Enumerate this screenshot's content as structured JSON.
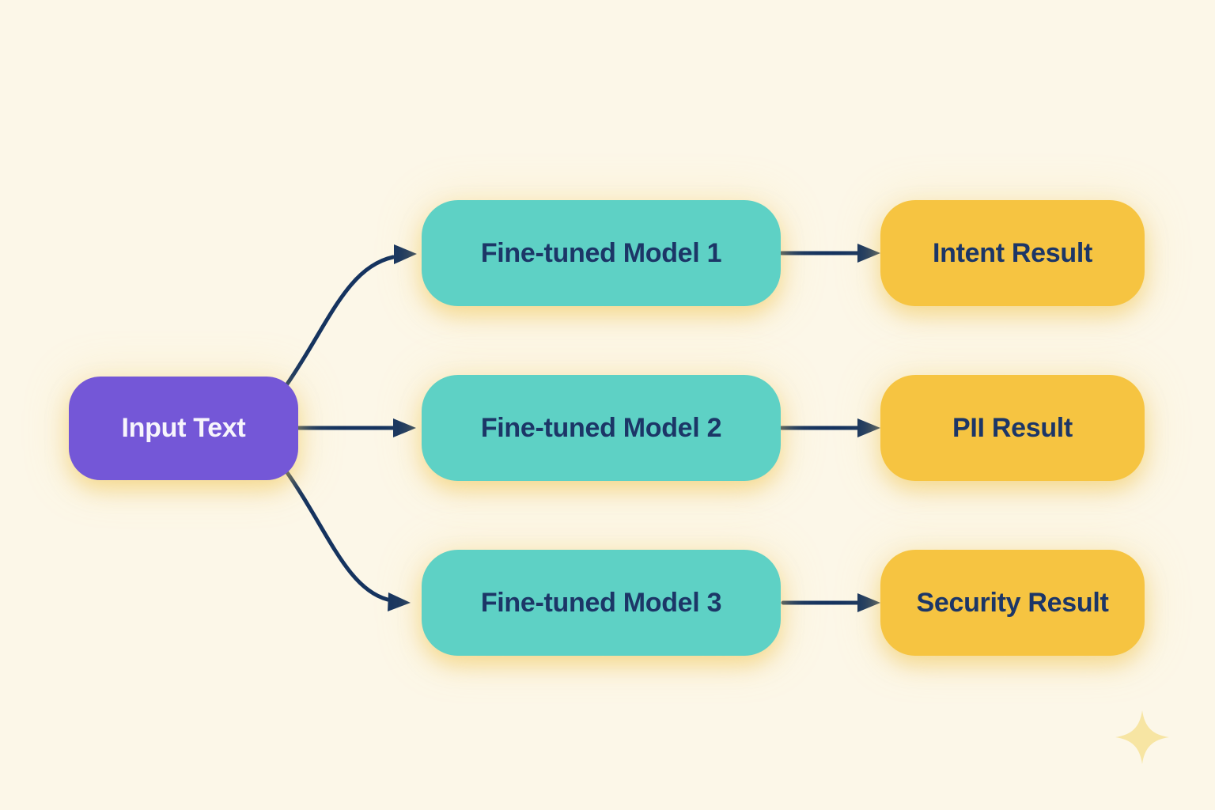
{
  "diagram": {
    "title": "Fine-tuned model fan-out diagram",
    "input": {
      "label": "Input Text"
    },
    "rows": [
      {
        "model": "Fine-tuned Model 1",
        "result": "Intent Result"
      },
      {
        "model": "Fine-tuned Model 2",
        "result": "PII Result"
      },
      {
        "model": "Fine-tuned Model 3",
        "result": "Security Result"
      }
    ],
    "edges": [
      {
        "from": "Input Text",
        "to": "Fine-tuned Model 1"
      },
      {
        "from": "Input Text",
        "to": "Fine-tuned Model 2"
      },
      {
        "from": "Input Text",
        "to": "Fine-tuned Model 3"
      },
      {
        "from": "Fine-tuned Model 1",
        "to": "Intent Result"
      },
      {
        "from": "Fine-tuned Model 2",
        "to": "PII Result"
      },
      {
        "from": "Fine-tuned Model 3",
        "to": "Security Result"
      }
    ]
  },
  "decoration": {
    "sparkle_icon": "four-point-star"
  },
  "colors": {
    "background": "#fcf7e8",
    "input_box": "#7457d7",
    "model_box": "#5ed1c5",
    "result_box": "#f6c441",
    "arrow": "#15335f",
    "box_text": "#1c3667",
    "input_text": "#f7f5fc",
    "sparkle": "#f7e5a3"
  }
}
